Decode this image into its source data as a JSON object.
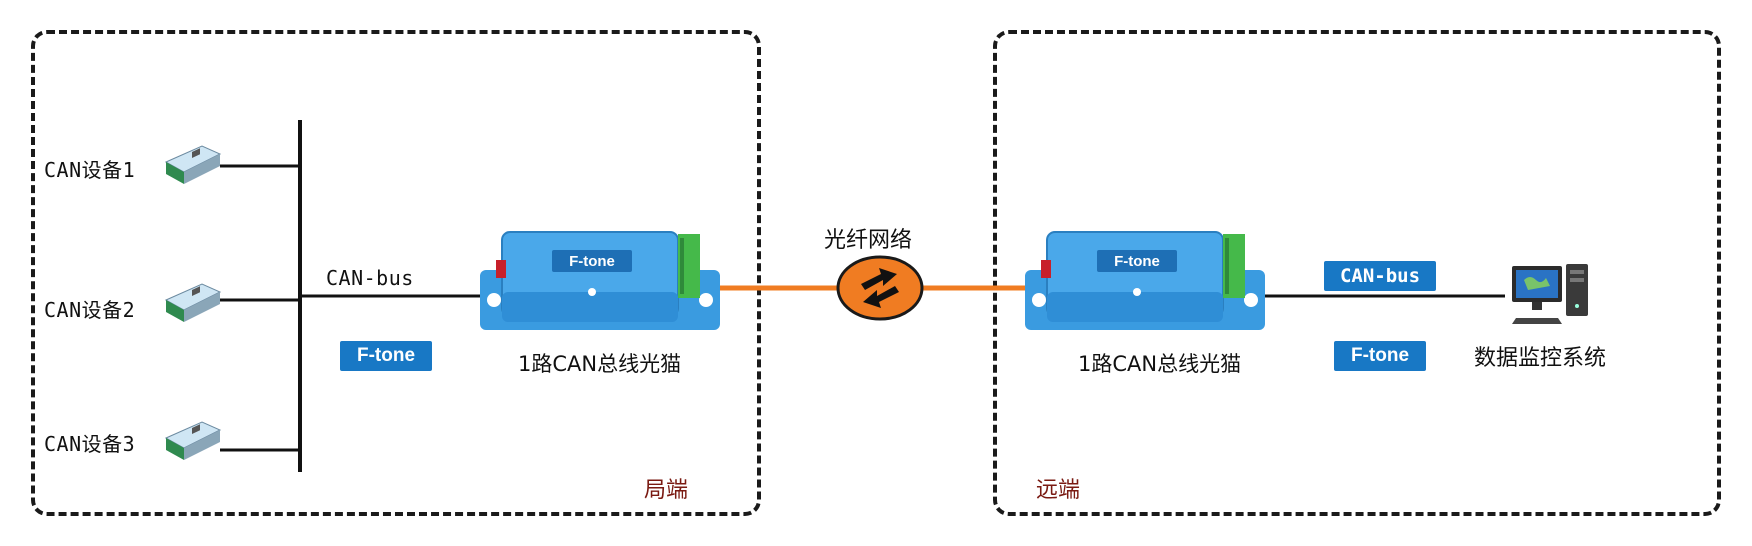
{
  "zones": {
    "local": {
      "label": "局端"
    },
    "remote": {
      "label": "远端"
    }
  },
  "devices": [
    {
      "label": "CAN设备1"
    },
    {
      "label": "CAN设备2"
    },
    {
      "label": "CAN设备3"
    }
  ],
  "local": {
    "bus_label": "CAN-bus",
    "brand_badge": "F-tone",
    "converter_label": "1路CAN总线光猫",
    "converter_brand": "F-tone"
  },
  "network": {
    "label": "光纤网络"
  },
  "remote": {
    "bus_badge": "CAN-bus",
    "brand_badge": "F-tone",
    "converter_label": "1路CAN总线光猫",
    "converter_brand": "F-tone",
    "system_label": "数据监控系统"
  },
  "colors": {
    "fiber": "#f07c22",
    "brand_blue": "#1878c5",
    "zone_label": "#7a1a12",
    "converter_body": "#3a9be0"
  }
}
